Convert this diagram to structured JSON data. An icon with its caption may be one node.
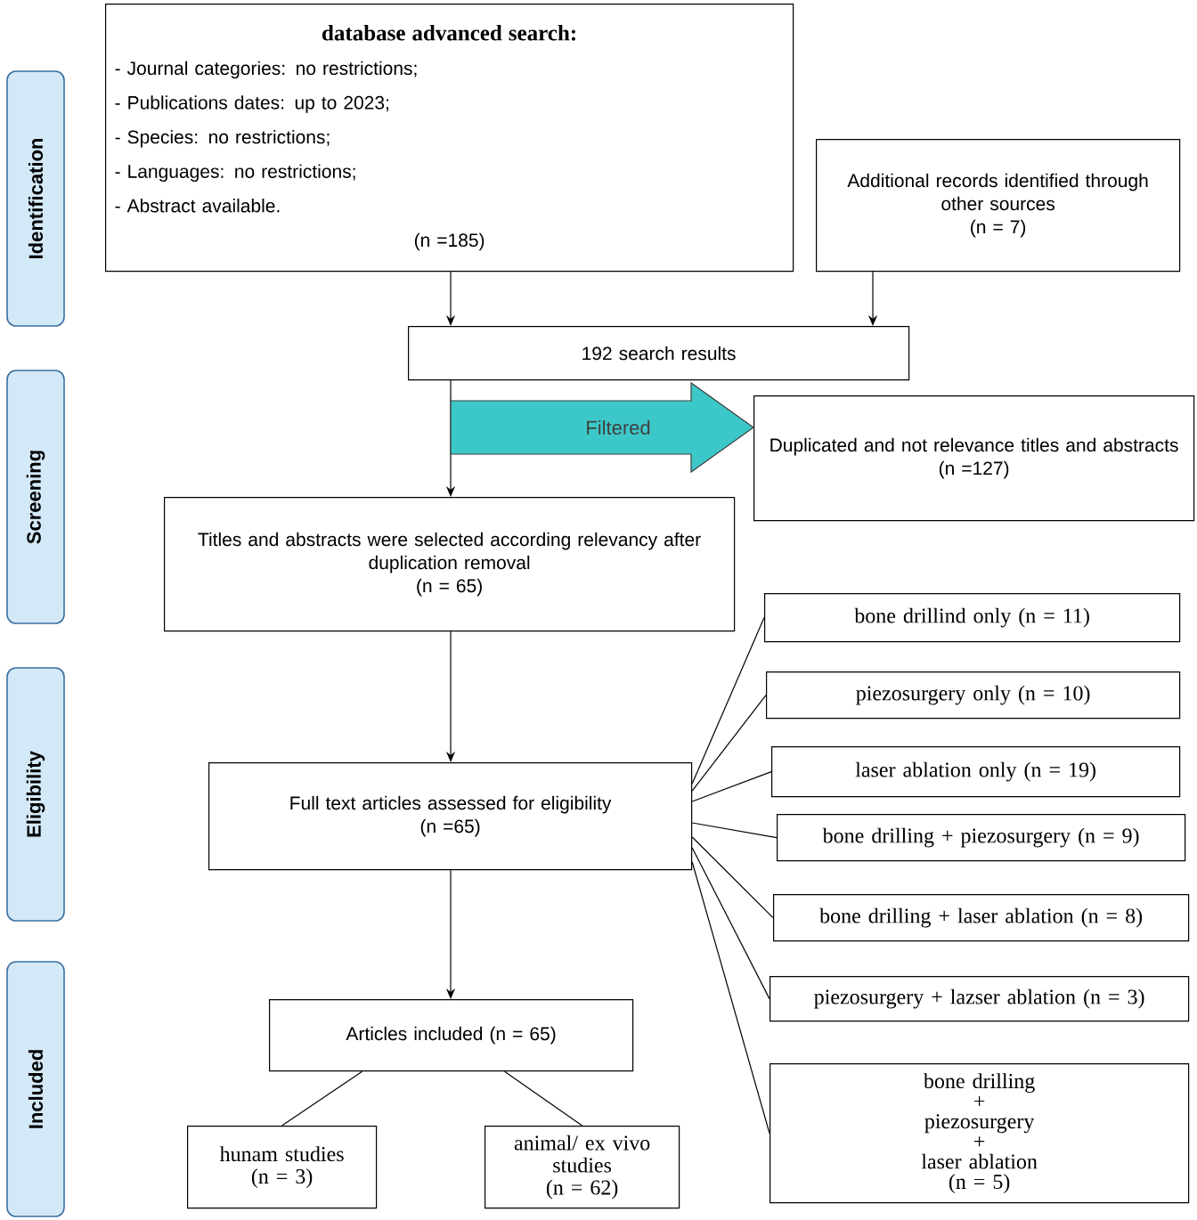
{
  "diagram": {
    "nodes": [
      {
        "text": [
          "Identification"
        ]
      },
      {
        "text": [
          "Screening"
        ]
      },
      {
        "text": [
          "Eligibility"
        ]
      },
      {
        "text": [
          "Included"
        ]
      },
      {
        "text": [
          "database advanced search:",
          "- Journal categories: no restrictions;",
          "- Publications dates: up to 2023;",
          "- Species: no restrictions;",
          "- Languages: no restrictions;",
          "- Abstract available.",
          "(n =185)"
        ]
      },
      {
        "text": [
          "Additional records identified through other sources",
          "(n = 7)"
        ]
      },
      {
        "text": [
          "192 search results"
        ]
      },
      {
        "text": [
          "Duplicated and not relevance titles and abstracts",
          "(n =127)"
        ]
      },
      {
        "text": [
          "Titles and abstracts were selected according relevancy after duplication removal",
          "(n = 65)"
        ]
      },
      {
        "text": [
          "Full text articles assessed for eligibility",
          "(n =65)"
        ]
      },
      {
        "text": [
          "Articles included (n = 65)"
        ]
      },
      {
        "text": [
          "hunam studies",
          "(n = 3)"
        ]
      },
      {
        "text": [
          "animal/ ex vivo studies",
          "(n = 62)"
        ]
      },
      {
        "text": [
          "bone drillind only (n = 11)"
        ]
      },
      {
        "text": [
          "piezosurgery only (n = 10)"
        ]
      },
      {
        "text": [
          "laser ablation only (n = 19)"
        ]
      },
      {
        "text": [
          "bone drilling + piezosurgery (n = 9)"
        ]
      },
      {
        "text": [
          "bone drilling + laser ablation (n = 8)"
        ]
      },
      {
        "text": [
          "piezosurgery + lazser ablation (n = 3)"
        ]
      },
      {
        "text": [
          "bone drilling",
          "+",
          "piezosurgery",
          "+",
          "laser ablation",
          "(n = 5)"
        ]
      }
    ],
    "edges": [
      {
        "from": 4,
        "to": 6,
        "arrow": "to"
      },
      {
        "from": 5,
        "to": 6,
        "arrow": "to"
      },
      {
        "from": 6,
        "to": 8,
        "arrow": "to"
      },
      {
        "from": 6,
        "to": 7,
        "arrow": "to",
        "label": "Filtered",
        "style": "thick",
        "color": "#3cc8c8"
      },
      {
        "from": 8,
        "to": 9,
        "arrow": "to"
      },
      {
        "from": 9,
        "to": 10,
        "arrow": "to"
      },
      {
        "from": 10,
        "to": 11,
        "arrow": "none"
      },
      {
        "from": 10,
        "to": 12,
        "arrow": "none"
      },
      {
        "from": 9,
        "to": 13,
        "arrow": "none"
      },
      {
        "from": 9,
        "to": 14,
        "arrow": "none"
      },
      {
        "from": 9,
        "to": 15,
        "arrow": "none"
      },
      {
        "from": 9,
        "to": 16,
        "arrow": "none"
      },
      {
        "from": 9,
        "to": 17,
        "arrow": "none"
      },
      {
        "from": 9,
        "to": 18,
        "arrow": "none"
      },
      {
        "from": 9,
        "to": 19,
        "arrow": "none"
      }
    ]
  }
}
